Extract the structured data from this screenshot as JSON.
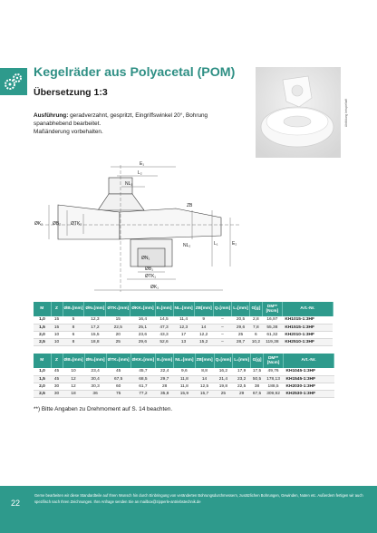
{
  "header": {
    "title": "Kegelräder aus Polyacetal (POM)",
    "subtitle": "Übersetzung 1:3"
  },
  "description": {
    "label": "Ausführung:",
    "text": " geradverzahnt, gespritzt, Eingriffswinkel 20°, Bohrung spanabhebend bearbeitet.",
    "note": "Maßänderung vorbehalten."
  },
  "photo_credit": "Abbildung beispielhaft",
  "drawing_labels": {
    "e1": "E₁",
    "l2": "L₂",
    "nl1": "NL₁",
    "zb": "ZB",
    "dk2": "ØK₂",
    "db2": "ØB₂",
    "dtk2": "ØTK₂",
    "nl2": "NL₂",
    "l1": "L₁",
    "e2": "E₂",
    "dn1": "ØN₁",
    "db1": "ØB₁",
    "dtk1": "ØTK₁",
    "dk1": "ØK₁"
  },
  "table1": {
    "headers": [
      {
        "main": "M",
        "sub": ""
      },
      {
        "main": "Z",
        "sub": ""
      },
      {
        "main": "ØB₁",
        "sub": "[mm]"
      },
      {
        "main": "ØN₁",
        "sub": "[mm]"
      },
      {
        "main": "ØTK₁",
        "sub": "[mm]"
      },
      {
        "main": "ØKK₁",
        "sub": "[mm]"
      },
      {
        "main": "E₁",
        "sub": "[mm]"
      },
      {
        "main": "NL₁",
        "sub": "[mm]"
      },
      {
        "main": "ZB",
        "sub": "[mm]"
      },
      {
        "main": "Q₁",
        "sub": "[mm]"
      },
      {
        "main": "L₁",
        "sub": "[mm]"
      },
      {
        "main": "G",
        "sub": "[g]"
      },
      {
        "main": "DM**",
        "sub": "[Ncm]"
      },
      {
        "main": "Art.-Nr.",
        "sub": ""
      }
    ],
    "rows": [
      [
        "1,0",
        "15",
        "5",
        "12,3",
        "15",
        "16,4",
        "14,5",
        "11,4",
        "9",
        "–",
        "20,5",
        "2,8",
        "16,97",
        "KH1015-1:3HF"
      ],
      [
        "1,5",
        "15",
        "8",
        "17,2",
        "22,5",
        "25,1",
        "47,3",
        "12,3",
        "14",
        "–",
        "29,6",
        "7,8",
        "55,38",
        "KH1515-1:3HF"
      ],
      [
        "2,0",
        "10",
        "6",
        "15,5",
        "20",
        "23,6",
        "43,3",
        "17",
        "12,2",
        "–",
        "25",
        "6",
        "61,32",
        "KH2010-1:3HF"
      ],
      [
        "2,5",
        "10",
        "8",
        "18,8",
        "25",
        "29,6",
        "52,6",
        "13",
        "15,2",
        "–",
        "28,7",
        "10,2",
        "119,38",
        "KH2510-1:3HF"
      ]
    ]
  },
  "table2": {
    "headers": [
      {
        "main": "M",
        "sub": ""
      },
      {
        "main": "Z",
        "sub": ""
      },
      {
        "main": "ØB₂",
        "sub": "[mm]"
      },
      {
        "main": "ØN₂",
        "sub": "[mm]"
      },
      {
        "main": "ØTK₂",
        "sub": "[mm]"
      },
      {
        "main": "ØKK₂",
        "sub": "[mm]"
      },
      {
        "main": "E₂",
        "sub": "[mm]"
      },
      {
        "main": "NL₂",
        "sub": "[mm]"
      },
      {
        "main": "ZB",
        "sub": "[mm]"
      },
      {
        "main": "Q₂",
        "sub": "[mm]"
      },
      {
        "main": "L₂",
        "sub": "[mm]"
      },
      {
        "main": "G",
        "sub": "[g]"
      },
      {
        "main": "DM**",
        "sub": "[Ncm]"
      },
      {
        "main": "Art.-Nr.",
        "sub": ""
      }
    ],
    "rows": [
      [
        "1,0",
        "45",
        "10",
        "23,4",
        "45",
        "45,7",
        "22,4",
        "9,6",
        "8,8",
        "16,2",
        "17,9",
        "17,5",
        "49,76",
        "KH1045-1:3HF"
      ],
      [
        "1,5",
        "45",
        "12",
        "30,4",
        "67,5",
        "68,5",
        "29,7",
        "11,8",
        "14",
        "21,4",
        "23,2",
        "50,5",
        "178,13",
        "KH1545-1:3HF"
      ],
      [
        "2,0",
        "30",
        "12",
        "30,3",
        "60",
        "61,7",
        "28",
        "11,8",
        "12,5",
        "19,8",
        "22,5",
        "38",
        "188,5",
        "KH2030-1:3HF"
      ],
      [
        "2,5",
        "30",
        "18",
        "36",
        "75",
        "77,2",
        "35,8",
        "15,9",
        "15,7",
        "25",
        "29",
        "67,5",
        "309,92",
        "KH2530-1:3HF"
      ]
    ]
  },
  "footnote": "**) Bitte Angaben zu Drehmoment auf S. 14 beachten.",
  "footer": {
    "page_number": "22",
    "text": "Gerne bearbeiten wir diese Standardteile auf Ihren Wunsch hin durch Einbringung von veränderten Bohrungsdurchmessern, zusätzlichen Bohrungen, Gewinden, Nuten etc. Außerdem fertigen wir auch spezifisch nach Ihren Zeichnungen. Ihre Anfrage senden Sie an mailbox@zipperle-antriebstechnik.de"
  },
  "colors": {
    "accent": "#2e9a8c",
    "title": "#2e8f84"
  },
  "icons": [
    "gear-pair-icon"
  ]
}
